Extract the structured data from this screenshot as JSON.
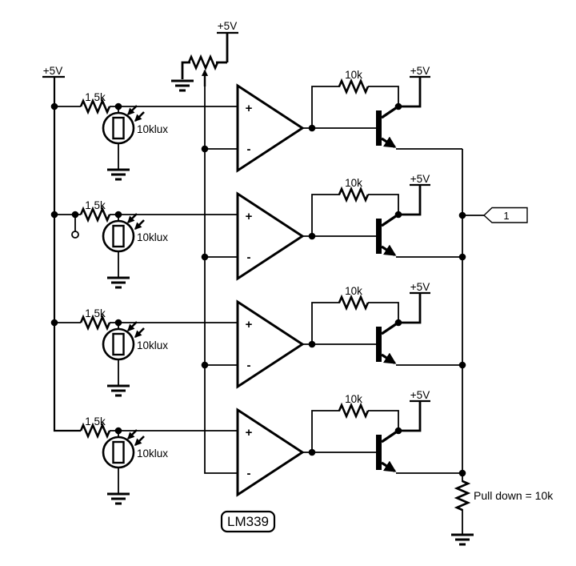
{
  "schematic": {
    "part_label": "LM339",
    "net_flag": "1",
    "pulldown_label": "Pull down = 10k",
    "left_rail_supply": "+5V",
    "pot_supply": "+5V",
    "colors": {
      "ink": "#000000",
      "background": "#ffffff"
    },
    "rows": [
      {
        "series_resistor": "1.5k",
        "photocell": "10klux",
        "feedback_resistor": "10k",
        "supply": "+5V",
        "noninverting": "+",
        "inverting": "-"
      },
      {
        "series_resistor": "1.5k",
        "photocell": "10klux",
        "feedback_resistor": "10k",
        "supply": "+5V",
        "noninverting": "+",
        "inverting": "-"
      },
      {
        "series_resistor": "1.5k",
        "photocell": "10klux",
        "feedback_resistor": "10k",
        "supply": "+5V",
        "noninverting": "+",
        "inverting": "-"
      },
      {
        "series_resistor": "1.5k",
        "photocell": "10klux",
        "feedback_resistor": "10k",
        "supply": "+5V",
        "noninverting": "+",
        "inverting": "-"
      }
    ]
  }
}
